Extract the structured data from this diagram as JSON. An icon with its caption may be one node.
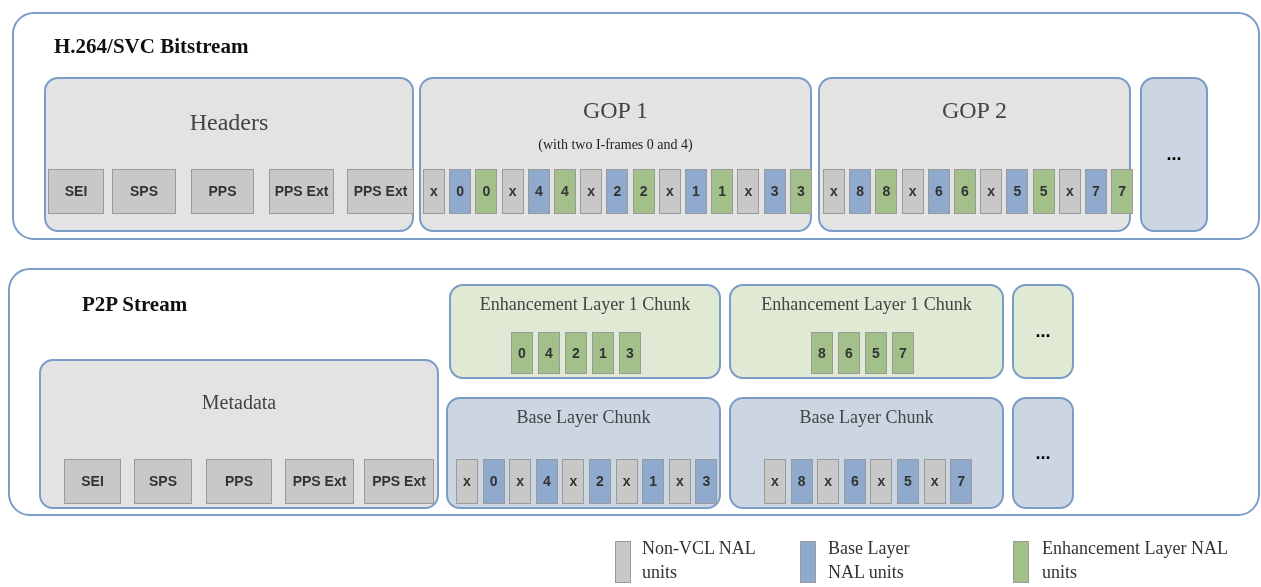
{
  "diagram": {
    "nodes": [
      {
        "text": [
          "H.264/SVC Bitstream"
        ]
      },
      {
        "text": [
          "Headers"
        ],
        "in": 0
      },
      {
        "text": [
          "SEI"
        ],
        "in": 1
      },
      {
        "text": [
          "SPS"
        ],
        "in": 1
      },
      {
        "text": [
          "PPS"
        ],
        "in": 1
      },
      {
        "text": [
          "PPS Ext"
        ],
        "in": 1
      },
      {
        "text": [
          "PPS Ext"
        ],
        "in": 1
      },
      {
        "text": [
          "GOP 1",
          "(with two I-frames 0 and 4)"
        ],
        "in": 0
      },
      {
        "text": [
          "x"
        ],
        "in": 7
      },
      {
        "text": [
          "0"
        ],
        "in": 7
      },
      {
        "text": [
          "0"
        ],
        "in": 7
      },
      {
        "text": [
          "x"
        ],
        "in": 7
      },
      {
        "text": [
          "4"
        ],
        "in": 7
      },
      {
        "text": [
          "4"
        ],
        "in": 7
      },
      {
        "text": [
          "x"
        ],
        "in": 7
      },
      {
        "text": [
          "2"
        ],
        "in": 7
      },
      {
        "text": [
          "2"
        ],
        "in": 7
      },
      {
        "text": [
          "x"
        ],
        "in": 7
      },
      {
        "text": [
          "1"
        ],
        "in": 7
      },
      {
        "text": [
          "1"
        ],
        "in": 7
      },
      {
        "text": [
          "x"
        ],
        "in": 7
      },
      {
        "text": [
          "3"
        ],
        "in": 7
      },
      {
        "text": [
          "3"
        ],
        "in": 7
      },
      {
        "text": [
          "GOP 2"
        ],
        "in": 0
      },
      {
        "text": [
          "x"
        ],
        "in": 23
      },
      {
        "text": [
          "8"
        ],
        "in": 23
      },
      {
        "text": [
          "8"
        ],
        "in": 23
      },
      {
        "text": [
          "x"
        ],
        "in": 23
      },
      {
        "text": [
          "6"
        ],
        "in": 23
      },
      {
        "text": [
          "6"
        ],
        "in": 23
      },
      {
        "text": [
          "x"
        ],
        "in": 23
      },
      {
        "text": [
          "5"
        ],
        "in": 23
      },
      {
        "text": [
          "5"
        ],
        "in": 23
      },
      {
        "text": [
          "x"
        ],
        "in": 23
      },
      {
        "text": [
          "7"
        ],
        "in": 23
      },
      {
        "text": [
          "7"
        ],
        "in": 23
      },
      {
        "text": [
          "..."
        ],
        "in": 0
      },
      {
        "text": [
          "P2P Stream"
        ]
      },
      {
        "text": [
          "Enhancement Layer 1 Chunk"
        ],
        "in": 37
      },
      {
        "text": [
          "0"
        ],
        "in": 38
      },
      {
        "text": [
          "4"
        ],
        "in": 38
      },
      {
        "text": [
          "2"
        ],
        "in": 38
      },
      {
        "text": [
          "1"
        ],
        "in": 38
      },
      {
        "text": [
          "3"
        ],
        "in": 38
      },
      {
        "text": [
          "Enhancement Layer 1 Chunk"
        ],
        "in": 37
      },
      {
        "text": [
          "8"
        ],
        "in": 44
      },
      {
        "text": [
          "6"
        ],
        "in": 44
      },
      {
        "text": [
          "5"
        ],
        "in": 44
      },
      {
        "text": [
          "7"
        ],
        "in": 44
      },
      {
        "text": [
          "..."
        ],
        "in": 37
      },
      {
        "text": [
          "Metadata"
        ],
        "in": 37
      },
      {
        "text": [
          "SEI"
        ],
        "in": 50
      },
      {
        "text": [
          "SPS"
        ],
        "in": 50
      },
      {
        "text": [
          "PPS"
        ],
        "in": 50
      },
      {
        "text": [
          "PPS Ext"
        ],
        "in": 50
      },
      {
        "text": [
          "PPS Ext"
        ],
        "in": 50
      },
      {
        "text": [
          "Base Layer Chunk"
        ],
        "in": 37
      },
      {
        "text": [
          "x"
        ],
        "in": 56
      },
      {
        "text": [
          "0"
        ],
        "in": 56
      },
      {
        "text": [
          "x"
        ],
        "in": 56
      },
      {
        "text": [
          "4"
        ],
        "in": 56
      },
      {
        "text": [
          "x"
        ],
        "in": 56
      },
      {
        "text": [
          "2"
        ],
        "in": 56
      },
      {
        "text": [
          "x"
        ],
        "in": 56
      },
      {
        "text": [
          "1"
        ],
        "in": 56
      },
      {
        "text": [
          "x"
        ],
        "in": 56
      },
      {
        "text": [
          "3"
        ],
        "in": 56
      },
      {
        "text": [
          "Base Layer Chunk"
        ],
        "in": 37
      },
      {
        "text": [
          "x"
        ],
        "in": 67
      },
      {
        "text": [
          "8"
        ],
        "in": 67
      },
      {
        "text": [
          "x"
        ],
        "in": 67
      },
      {
        "text": [
          "6"
        ],
        "in": 67
      },
      {
        "text": [
          "x"
        ],
        "in": 67
      },
      {
        "text": [
          "5"
        ],
        "in": 67
      },
      {
        "text": [
          "x"
        ],
        "in": 67
      },
      {
        "text": [
          "7"
        ],
        "in": 67
      },
      {
        "text": [
          "..."
        ],
        "in": 37
      }
    ],
    "legend": [
      {
        "text": "Non-VCL NAL units",
        "color": "#c8c8c8"
      },
      {
        "text": "Base Layer NAL units",
        "color": "#8faacc"
      },
      {
        "text": "Enhancement Layer NAL units",
        "color": "#a4c08a"
      }
    ]
  }
}
